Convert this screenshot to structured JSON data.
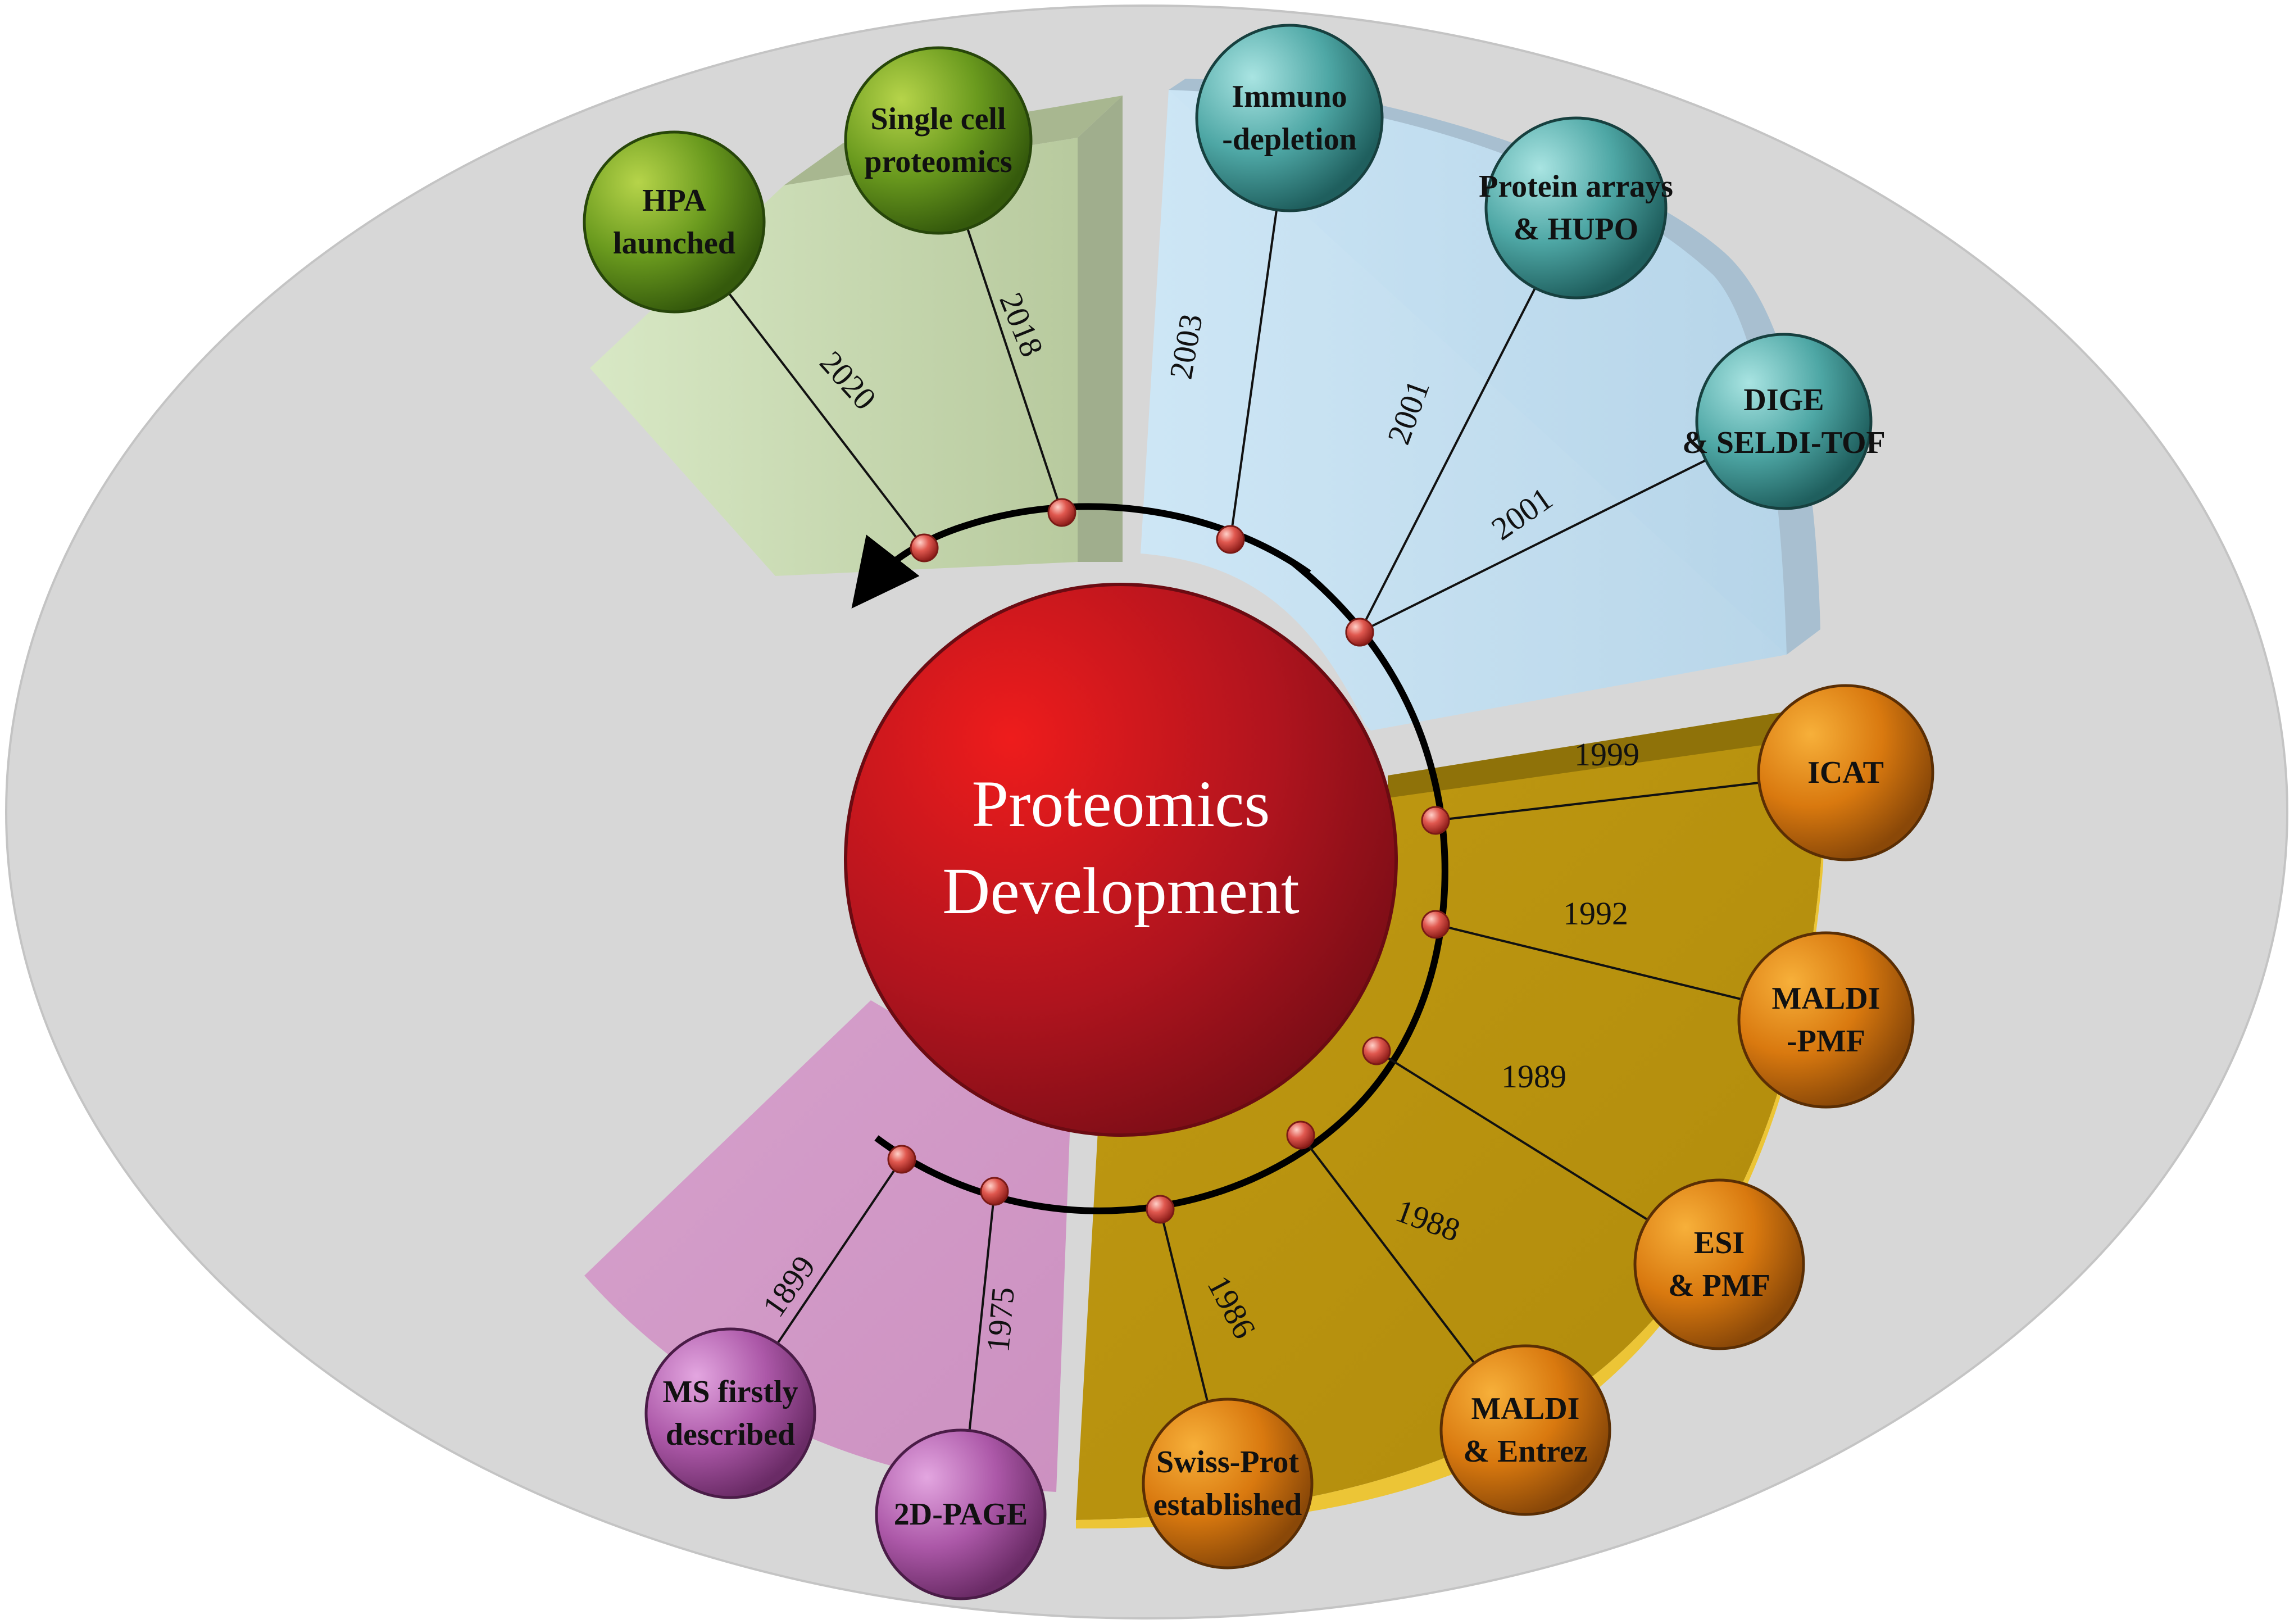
{
  "title": [
    "Proteomics",
    "Development"
  ],
  "colors": {
    "background": "#d7d7d7",
    "green_band": "#c9d9b3",
    "blue_band": "#c4e0f0",
    "gold_band": "#b8940f",
    "pink_band": "#d399c6",
    "center": "#b5121b",
    "node": "#d9534f"
  },
  "milestones": [
    {
      "year": "1899",
      "label": [
        "MS firstly",
        "described"
      ],
      "group": "purple"
    },
    {
      "year": "1975",
      "label": [
        "2D-PAGE"
      ],
      "group": "purple"
    },
    {
      "year": "1986",
      "label": [
        "Swiss-Prot",
        "established"
      ],
      "group": "orange"
    },
    {
      "year": "1988",
      "label": [
        "MALDI",
        "& Entrez"
      ],
      "group": "orange"
    },
    {
      "year": "1989",
      "label": [
        "ESI",
        "& PMF"
      ],
      "group": "orange"
    },
    {
      "year": "1992",
      "label": [
        "MALDI",
        "-PMF"
      ],
      "group": "orange"
    },
    {
      "year": "1999",
      "label": [
        "ICAT"
      ],
      "group": "orange"
    },
    {
      "year": "2001",
      "label": [
        "DIGE",
        "& SELDI-TOF"
      ],
      "group": "teal"
    },
    {
      "year": "2001",
      "label": [
        "Protein arrays",
        "& HUPO"
      ],
      "group": "teal"
    },
    {
      "year": "2003",
      "label": [
        "Immuno",
        "-depletion"
      ],
      "group": "teal"
    },
    {
      "year": "2018",
      "label": [
        "Single cell",
        "proteomics"
      ],
      "group": "green"
    },
    {
      "year": "2020",
      "label": [
        "HPA",
        "launched"
      ],
      "group": "green"
    }
  ]
}
